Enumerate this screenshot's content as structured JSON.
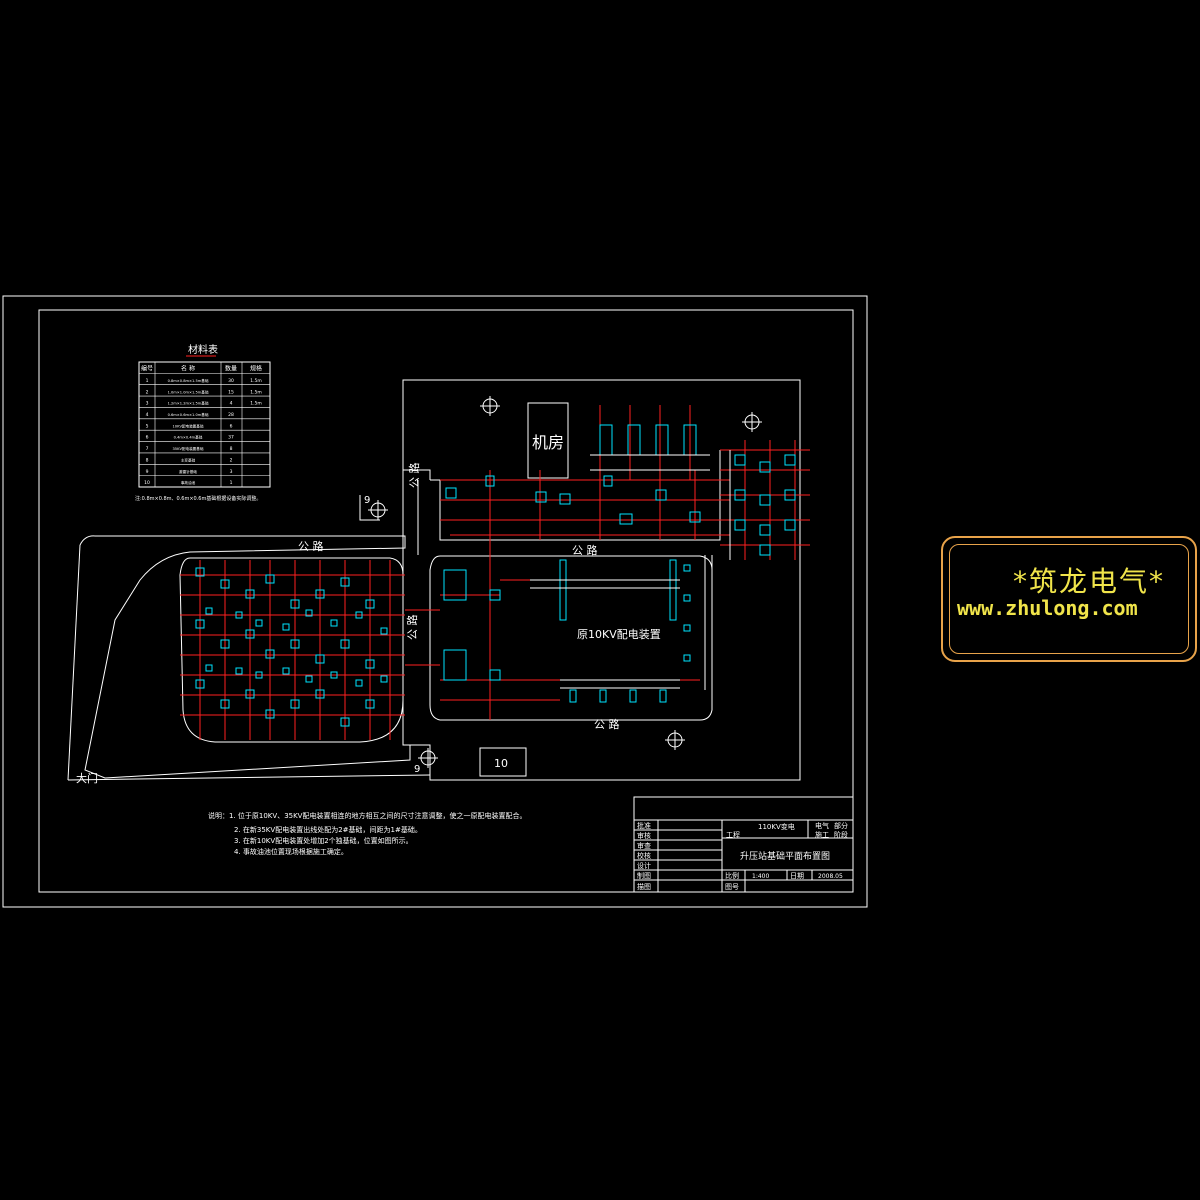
{
  "drawing": {
    "material_table": {
      "title": "材料表",
      "headers": [
        "编号",
        "名 称",
        "数量",
        "规格"
      ],
      "rows": [
        [
          "1",
          "0.8m×0.8m×1.5m基础",
          "30",
          "1.5m"
        ],
        [
          "2",
          "1.0m×1.0m×1.5m基础",
          "15",
          "1.5m"
        ],
        [
          "3",
          "1.2m×1.2m×1.5m基础",
          "4",
          "1.5m"
        ],
        [
          "4",
          "0.6m×0.6m×1.0m基础",
          "28",
          ""
        ],
        [
          "5",
          "10KV配电装置基础",
          "6",
          ""
        ],
        [
          "6",
          "0.4m×0.4m基础",
          "37",
          ""
        ],
        [
          "7",
          "35KV配电装置基础",
          "8",
          ""
        ],
        [
          "8",
          "主变基础",
          "2",
          ""
        ],
        [
          "9",
          "避雷针基础",
          "3",
          ""
        ],
        [
          "10",
          "事故油池",
          "1",
          ""
        ]
      ],
      "footnote": "注:0.8m×0.8m、0.6m×0.6m基础根据设备实际调整。"
    },
    "labels": {
      "machine_room": "机房",
      "road_top_left": "公 路",
      "road_top_right": "公 路",
      "road_bottom": "公 路",
      "road_vertical_top": "公 路",
      "road_vertical_mid": "公 路",
      "main_gate": "大门",
      "old_10kv": "原10KV配电装置",
      "pool_number": "10",
      "pin_label_9a": "9",
      "pin_label_9b": "9"
    },
    "notes": [
      "说明：1. 位于原10KV、35KV配电装置相连的地方相互之间的尺寸注意调整，使之一原配电装置配合。",
      "2. 在新35KV配电装置出线处配为2#基础，间距为1#基础。",
      "3. 在新10KV配电装置处增加2个独基础，位置如图所示。",
      "4. 事故油池位置现场根据施工确定。"
    ],
    "title_block": {
      "left_labels": [
        "批准",
        "审核",
        "审查",
        "校核",
        "设计",
        "制图",
        "描图"
      ],
      "project": "110KV变电",
      "project_suffix": "工程",
      "discipline": "电气",
      "discipline_suffix": "部分",
      "stage_label": "施工",
      "stage_suffix": "阶段",
      "drawing_title": "升压站基础平面布置图",
      "scale_label": "比例",
      "scale": "1:400",
      "date_label": "日期",
      "date": "2008.05",
      "number_label": "图号"
    }
  },
  "watermark": {
    "title": "*筑龙电气*",
    "url": "www.zhulong.com"
  },
  "colors": {
    "background": "#000000",
    "frame": "#ffffff",
    "red_lines": "#ff2020",
    "cyan_equipment": "#00e5ff",
    "watermark_text": "#f0e44a",
    "watermark_border": "#e8a34a"
  }
}
